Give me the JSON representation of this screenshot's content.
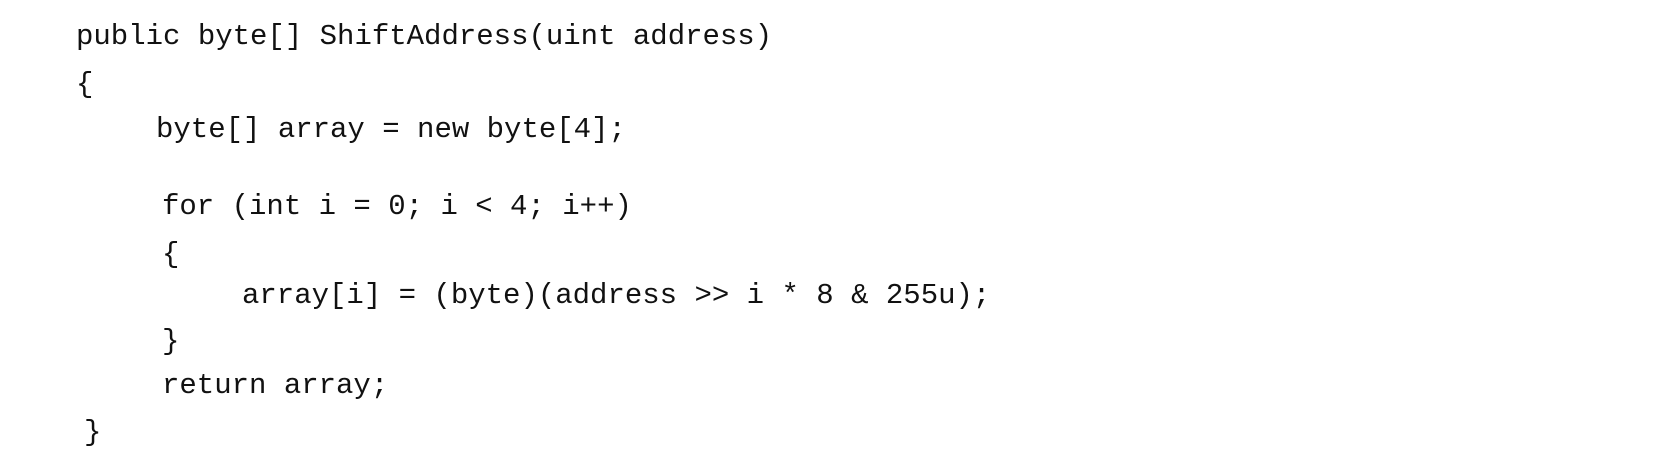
{
  "code": {
    "lines": [
      "public byte[] ShiftAddress(uint address)",
      "{",
      "byte[] array = new byte[4];",
      "for (int i = 0; i < 4; i++)",
      "{",
      "array[i] = (byte)(address >> i * 8 & 255u);",
      "}",
      "return array;",
      "}"
    ]
  }
}
